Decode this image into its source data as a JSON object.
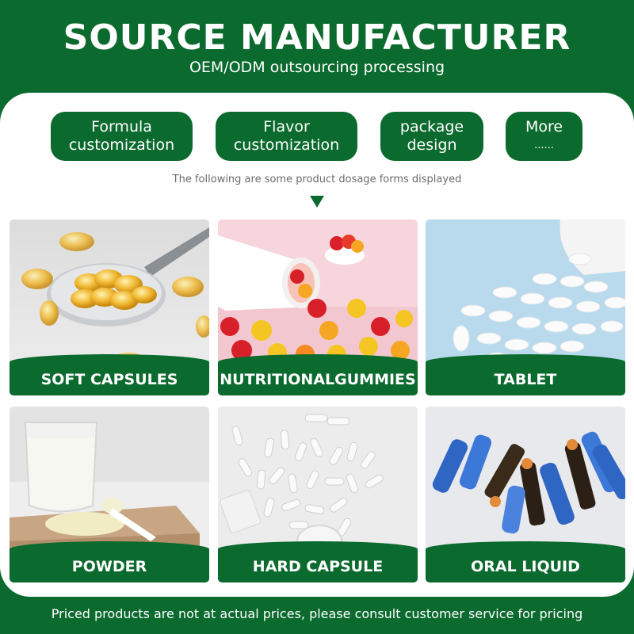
{
  "header": {
    "title": "SOURCE MANUFACTURER",
    "subtitle": "OEM/ODM outsourcing processing"
  },
  "services": [
    {
      "line1": "Formula",
      "line2": "customization"
    },
    {
      "line1": "Flavor",
      "line2": "customization"
    },
    {
      "line1": "package",
      "line2": "design"
    },
    {
      "line1": "More",
      "line2": "......"
    }
  ],
  "caption": "The following are some product dosage forms displayed",
  "products": [
    {
      "label": "SOFT CAPSULES",
      "image": "softgel-capsules-on-spoon"
    },
    {
      "label": "NUTRITIONALGUMMIES",
      "image": "gummy-bears-from-bottle"
    },
    {
      "label": "TABLET",
      "image": "white-tablets-from-bottle"
    },
    {
      "label": "POWDER",
      "image": "milk-glass-and-powder"
    },
    {
      "label": "HARD CAPSULE",
      "image": "white-hard-capsules"
    },
    {
      "label": "ORAL LIQUID",
      "image": "oral-liquid-vials"
    }
  ],
  "footer": {
    "note": "Priced products are not at actual prices, please consult customer service for pricing"
  },
  "colors": {
    "brand_green": "#0b6a2e",
    "panel": "#ffffff",
    "caption_text": "#6b6b6b"
  }
}
